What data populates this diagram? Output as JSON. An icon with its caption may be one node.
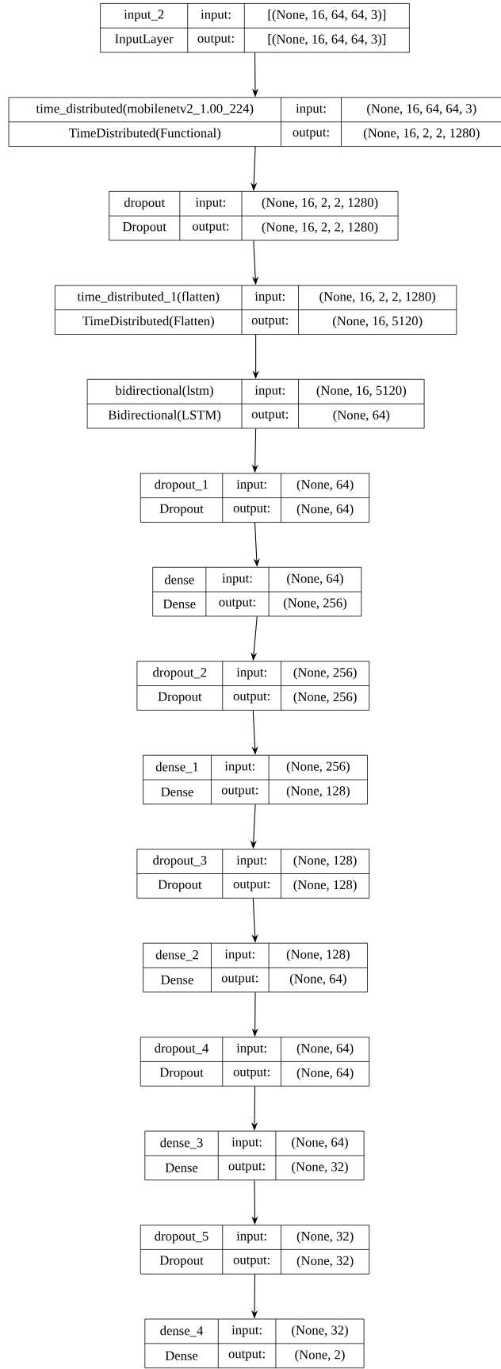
{
  "diagram": {
    "nodes": [
      {
        "text": [
          "input_2",
          "input:",
          "[(None, 16, 64, 64, 3)]",
          "InputLayer",
          "output:",
          "[(None, 16, 64, 64, 3)]"
        ]
      },
      {
        "text": [
          "time_distributed(mobilenetv2_1.00_224)",
          "input:",
          "(None, 16, 64, 64, 3)",
          "TimeDistributed(Functional)",
          "output:",
          "(None, 16, 2, 2, 1280)"
        ]
      },
      {
        "text": [
          "dropout",
          "input:",
          "(None, 16, 2, 2, 1280)",
          "Dropout",
          "output:",
          "(None, 16, 2, 2, 1280)"
        ]
      },
      {
        "text": [
          "time_distributed_1(flatten)",
          "input:",
          "(None, 16, 2, 2, 1280)",
          "TimeDistributed(Flatten)",
          "output:",
          "(None, 16, 5120)"
        ]
      },
      {
        "text": [
          "bidirectional(lstm)",
          "input:",
          "(None, 16, 5120)",
          "Bidirectional(LSTM)",
          "output:",
          "(None, 64)"
        ]
      },
      {
        "text": [
          "dropout_1",
          "input:",
          "(None, 64)",
          "Dropout",
          "output:",
          "(None, 64)"
        ]
      },
      {
        "text": [
          "dense",
          "input:",
          "(None, 64)",
          "Dense",
          "output:",
          "(None, 256)"
        ]
      },
      {
        "text": [
          "dropout_2",
          "input:",
          "(None, 256)",
          "Dropout",
          "output:",
          "(None, 256)"
        ]
      },
      {
        "text": [
          "dense_1",
          "input:",
          "(None, 256)",
          "Dense",
          "output:",
          "(None, 128)"
        ]
      },
      {
        "text": [
          "dropout_3",
          "input:",
          "(None, 128)",
          "Dropout",
          "output:",
          "(None, 128)"
        ]
      },
      {
        "text": [
          "dense_2",
          "input:",
          "(None, 128)",
          "Dense",
          "output:",
          "(None, 64)"
        ]
      },
      {
        "text": [
          "dropout_4",
          "input:",
          "(None, 64)",
          "Dropout",
          "output:",
          "(None, 64)"
        ]
      },
      {
        "text": [
          "dense_3",
          "input:",
          "(None, 64)",
          "Dense",
          "output:",
          "(None, 32)"
        ]
      },
      {
        "text": [
          "dropout_5",
          "input:",
          "(None, 32)",
          "Dropout",
          "output:",
          "(None, 32)"
        ]
      },
      {
        "text": [
          "dense_4",
          "input:",
          "(None, 32)",
          "Dense",
          "output:",
          "(None, 2)"
        ]
      }
    ],
    "edges": [
      {
        "from": 0,
        "to": 1,
        "arrow": "to"
      },
      {
        "from": 1,
        "to": 2,
        "arrow": "to"
      },
      {
        "from": 2,
        "to": 3,
        "arrow": "to"
      },
      {
        "from": 3,
        "to": 4,
        "arrow": "to"
      },
      {
        "from": 4,
        "to": 5,
        "arrow": "to"
      },
      {
        "from": 5,
        "to": 6,
        "arrow": "to"
      },
      {
        "from": 6,
        "to": 7,
        "arrow": "to"
      },
      {
        "from": 7,
        "to": 8,
        "arrow": "to"
      },
      {
        "from": 8,
        "to": 9,
        "arrow": "to"
      },
      {
        "from": 9,
        "to": 10,
        "arrow": "to"
      },
      {
        "from": 10,
        "to": 11,
        "arrow": "to"
      },
      {
        "from": 11,
        "to": 12,
        "arrow": "to"
      },
      {
        "from": 12,
        "to": 13,
        "arrow": "to"
      },
      {
        "from": 13,
        "to": 14,
        "arrow": "to"
      }
    ]
  }
}
